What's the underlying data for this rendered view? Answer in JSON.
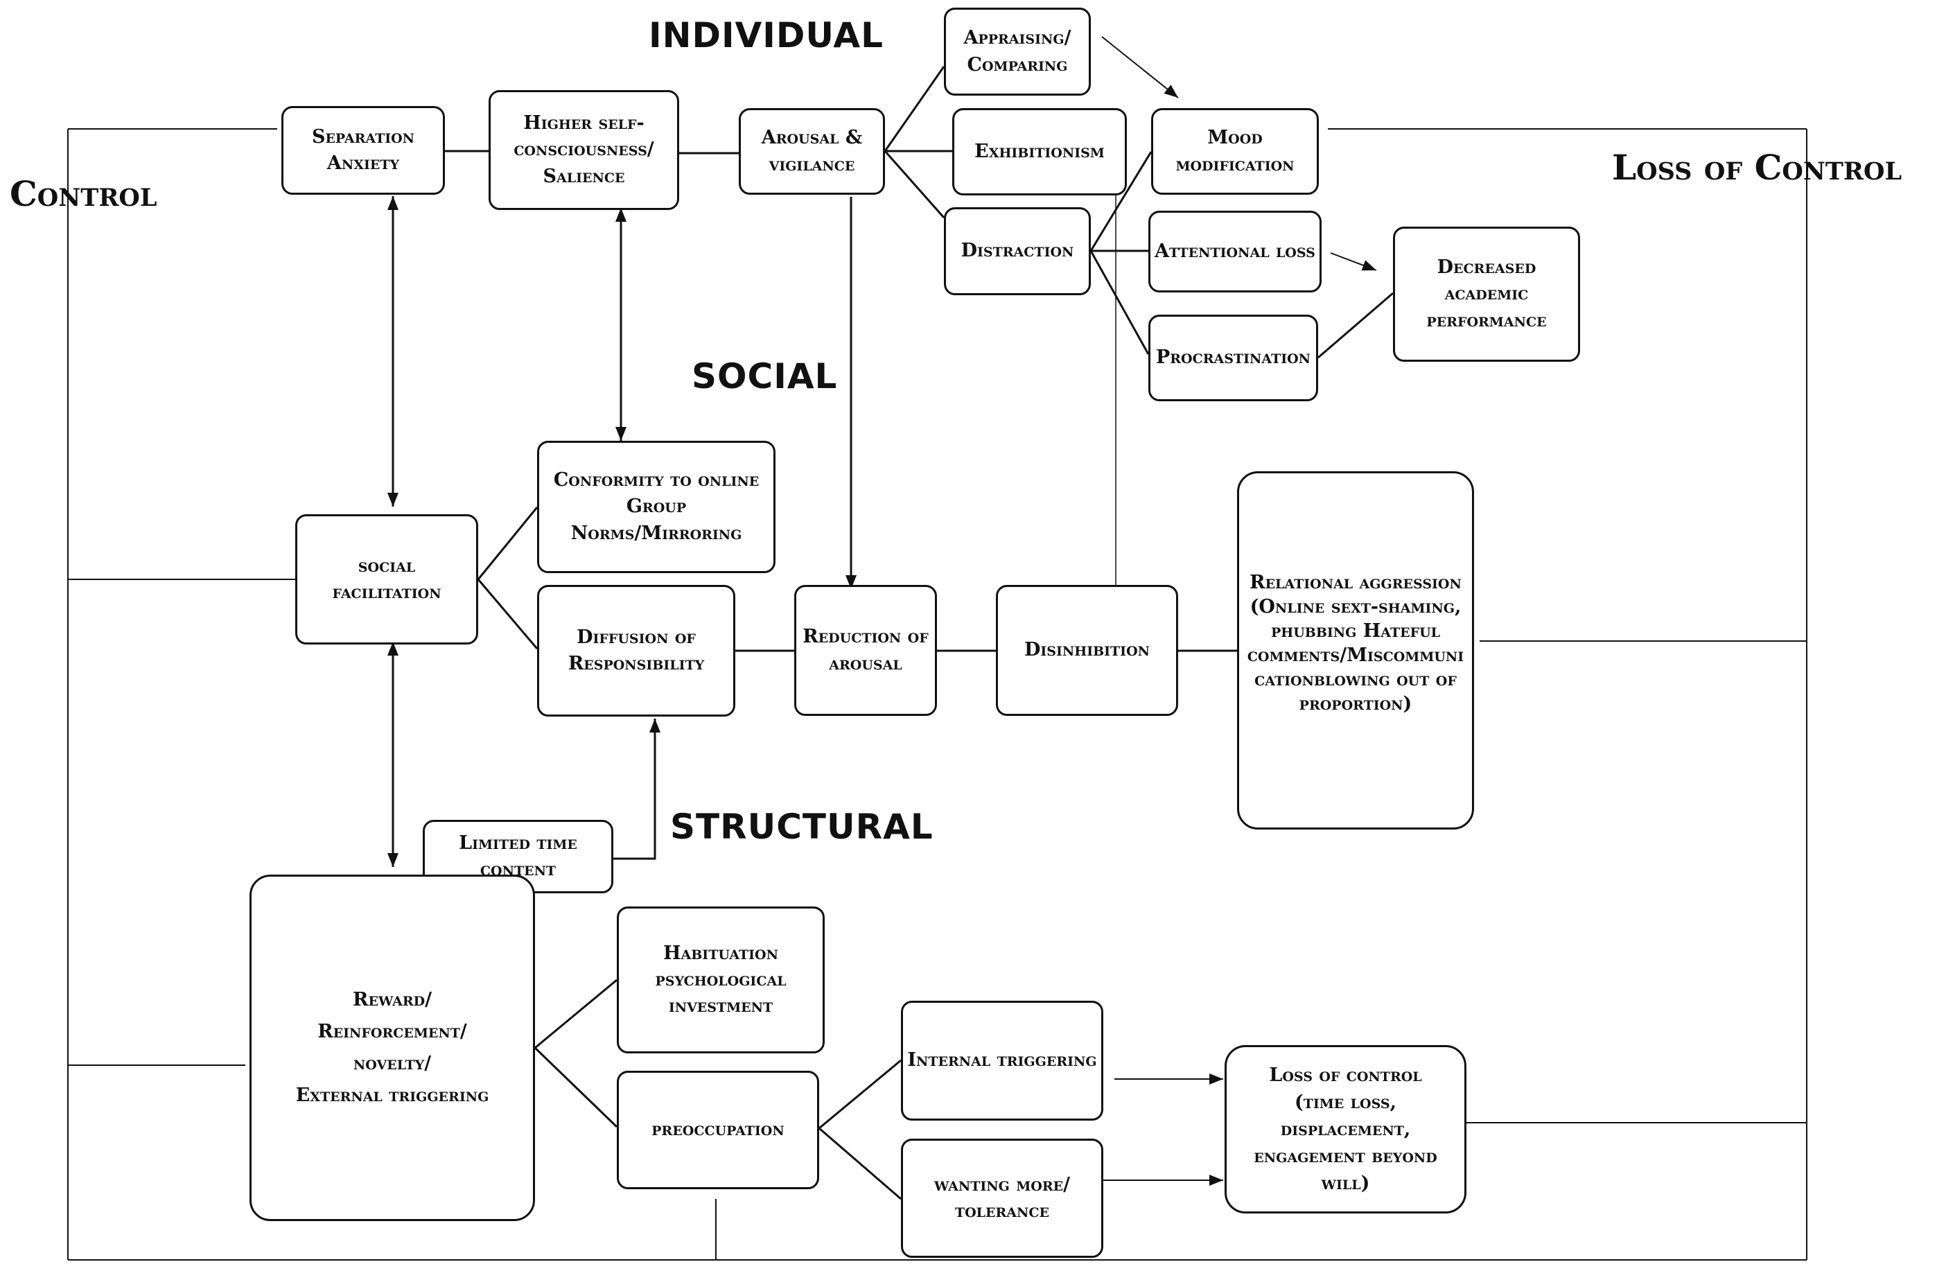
{
  "headings": {
    "individual": "INDIVIDUAL",
    "social": "SOCIAL",
    "structural": "STRUCTURAL",
    "control": "Control",
    "loss_of_control": "Loss of Control"
  },
  "nodes": {
    "separation_anxiety": [
      "Separation",
      "Anxiety"
    ],
    "higher_self_consciousness": [
      "Higher self-",
      "consciousness/",
      "Salience"
    ],
    "arousal_vigilance": [
      "Arousal &",
      "vigilance"
    ],
    "appraising_comparing": [
      "Appraising/",
      "Comparing"
    ],
    "exhibitionism": [
      "Exhibitionism"
    ],
    "distraction": [
      "Distraction"
    ],
    "mood_modification": [
      "Mood",
      "modification"
    ],
    "attentional_loss": [
      "Attentional loss"
    ],
    "procrastination": [
      "Procrastination"
    ],
    "decreased_academic_performance": [
      "Decreased",
      "academic",
      "performance"
    ],
    "social_facilitation": [
      "social",
      "facilitation"
    ],
    "conformity": [
      "Conformity to online",
      "Group",
      "Norms/Mirroring"
    ],
    "diffusion_of_responsibility": [
      "Diffusion of",
      "Responsibility"
    ],
    "reduction_of_arousal": [
      "Reduction of",
      "arousal"
    ],
    "disinhibition": [
      "Disinhibition"
    ],
    "relational_aggression": [
      "Relational aggression",
      "(Online sext-shaming,",
      "phubbing Hateful",
      "comments/Miscommuni",
      "cationblowing out of",
      "proportion)"
    ],
    "limited_time_content": [
      "Limited time",
      "content"
    ],
    "reward_reinforcement": [
      "Reward/",
      "Reinforcement/",
      "novelty/",
      "External triggering"
    ],
    "habituation": [
      "Habituation",
      "psychological",
      "investment"
    ],
    "preoccupation": [
      "preoccupation"
    ],
    "internal_triggering": [
      "Internal triggering"
    ],
    "wanting_more": [
      "wanting more/",
      "tolerance"
    ],
    "loss_of_control_box": [
      "Loss of control",
      "(time loss,",
      "displacement,",
      "engagement beyond",
      "will)"
    ]
  }
}
